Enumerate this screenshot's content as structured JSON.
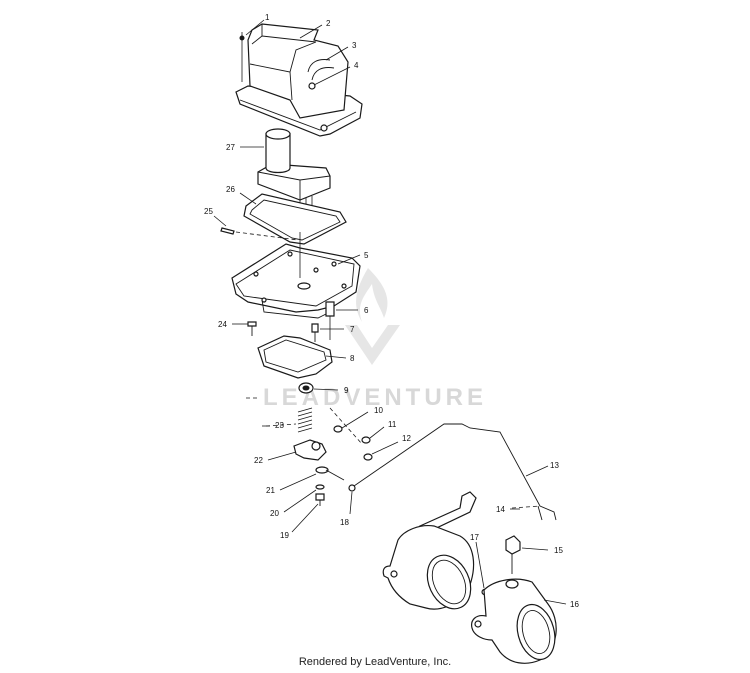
{
  "watermark": {
    "brand": "LEADVENTURE"
  },
  "footer": {
    "text": "Rendered by LeadVenture, Inc."
  },
  "callouts": {
    "c1": "1",
    "c2": "2",
    "c3": "3",
    "c4": "4",
    "c5": "5",
    "c6": "6",
    "c7": "7",
    "c8": "8",
    "c9": "9",
    "c10": "10",
    "c11": "11",
    "c12": "12",
    "c13": "13",
    "c14": "14",
    "c15": "15",
    "c16": "16",
    "c17": "17",
    "c18": "18",
    "c19": "19",
    "c20": "20",
    "c21": "21",
    "c22": "22",
    "c23": "23",
    "c24": "24",
    "c25": "25",
    "c26": "26",
    "c27": "27"
  }
}
